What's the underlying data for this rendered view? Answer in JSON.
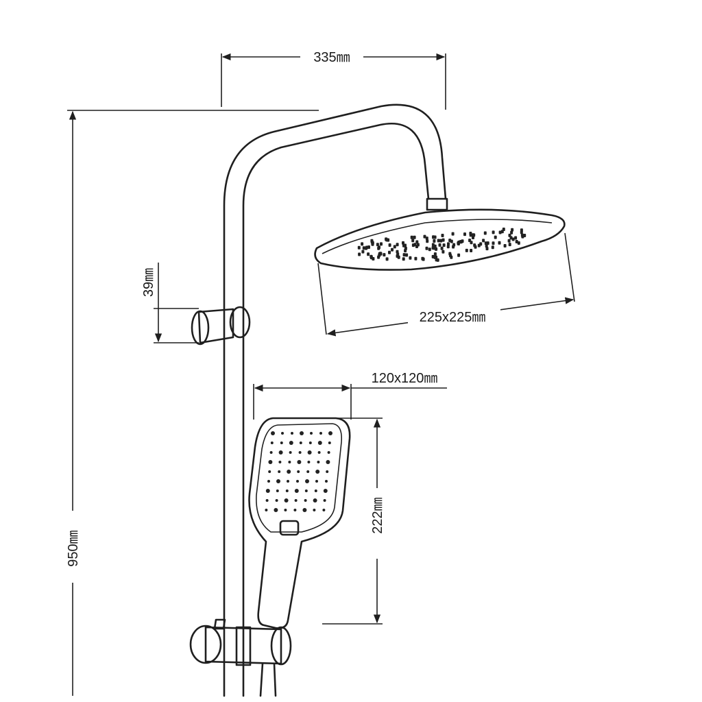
{
  "dimensions": {
    "arm_length": "335㎜",
    "total_height": "950㎜",
    "bracket_height": "39㎜",
    "head_shower_size": "225x225㎜",
    "hand_shower_size": "120x120㎜",
    "hand_shower_length": "222㎜"
  }
}
